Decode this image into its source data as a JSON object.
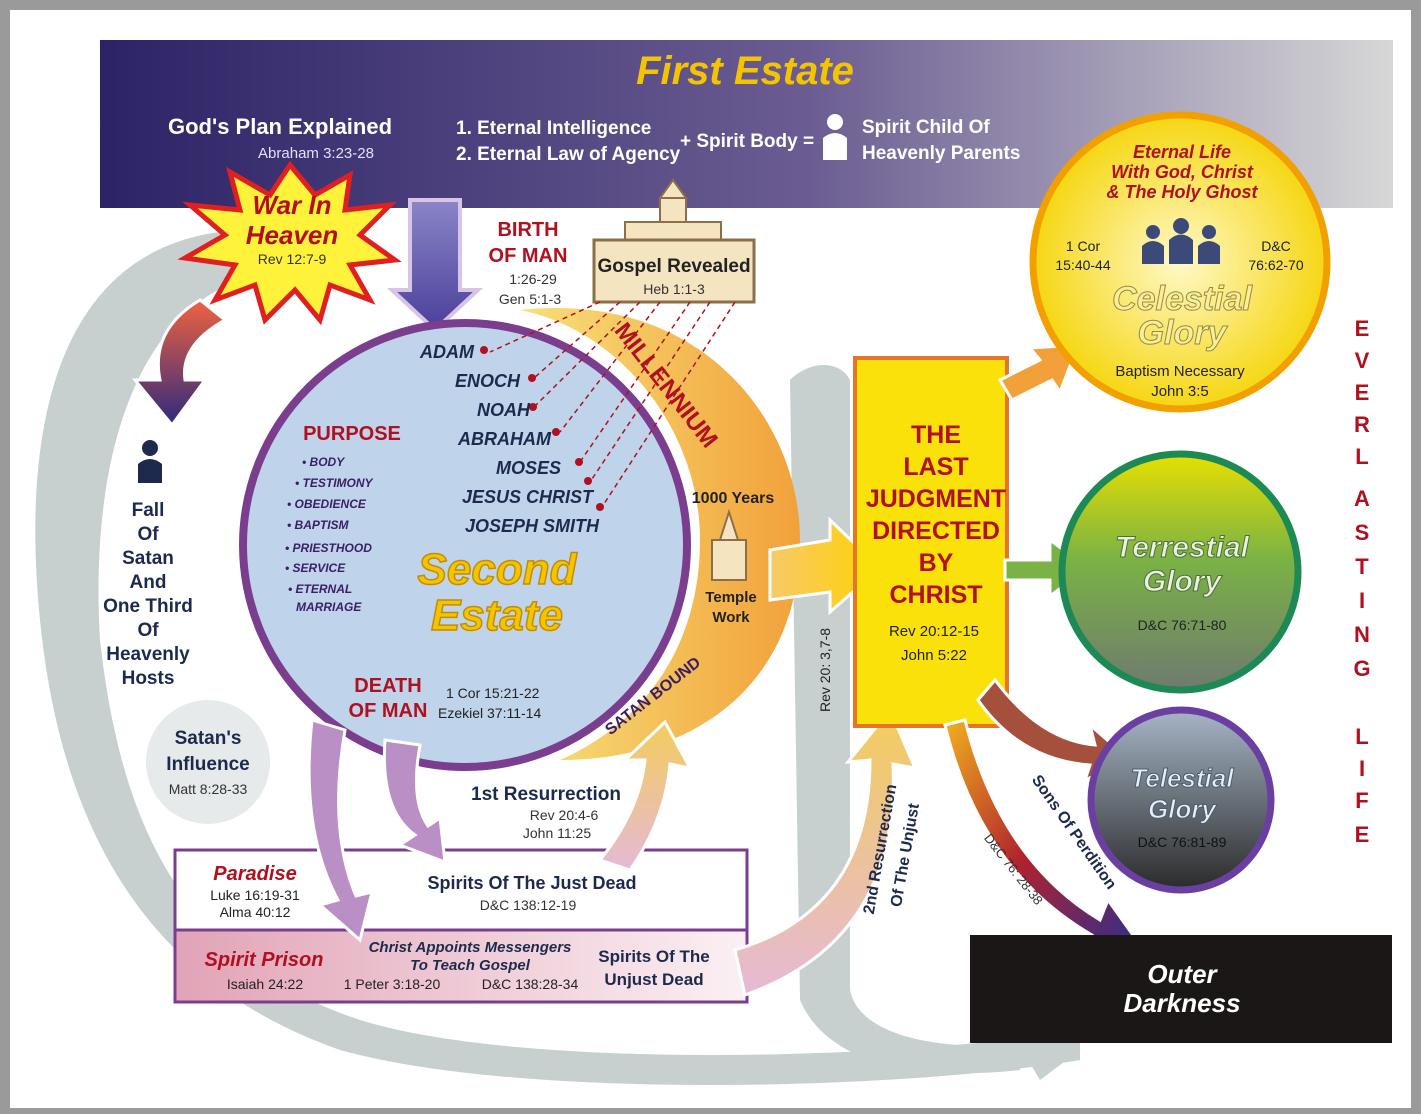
{
  "header": {
    "title": "First Estate",
    "plan_title": "God's Plan Explained",
    "plan_ref": "Abraham 3:23-28",
    "intel_1": "1. Eternal Intelligence",
    "intel_2": "2. Eternal Law of Agency",
    "spirit_body": "+ Spirit Body =",
    "child_1": "Spirit Child Of",
    "child_2": "Heavenly Parents"
  },
  "war": {
    "line1": "War In",
    "line2": "Heaven",
    "ref": "Rev 12:7-9"
  },
  "fall": [
    "Fall",
    "Of",
    "Satan",
    "And",
    "One Third",
    "Of",
    "Heavenly",
    "Hosts"
  ],
  "satan_influence": {
    "line1": "Satan's",
    "line2": "Influence",
    "ref": "Matt 8:28-33"
  },
  "birth": {
    "line1": "BIRTH",
    "line2": "OF MAN",
    "ref1": "1:26-29",
    "ref2": "Gen 5:1-3"
  },
  "gospel": {
    "title": "Gospel Revealed",
    "ref": "Heb 1:1-3"
  },
  "prophets": [
    "ADAM",
    "ENOCH",
    "NOAH",
    "ABRAHAM",
    "MOSES",
    "JESUS CHRIST",
    "JOSEPH SMITH"
  ],
  "purpose": {
    "title": "PURPOSE",
    "items": [
      "• BODY",
      "• TESTIMONY",
      "• OBEDIENCE",
      "• BAPTISM",
      "• PRIESTHOOD",
      "• SERVICE",
      "• ETERNAL",
      "MARRIAGE"
    ]
  },
  "second_estate": {
    "line1": "Second",
    "line2": "Estate"
  },
  "death": {
    "line1": "DEATH",
    "line2": "OF MAN",
    "ref1": "1 Cor 15:21-22",
    "ref2": "Ezekiel 37:11-14"
  },
  "millennium": {
    "label": "MILLENNIUM",
    "years": "1000 Years",
    "temple_1": "Temple",
    "temple_2": "Work",
    "satan_bound": "SATAN BOUND"
  },
  "first_resurrection": {
    "title": "1st Resurrection",
    "ref1": "Rev 20:4-6",
    "ref2": "John 11:25"
  },
  "rev_vertical": "Rev 20: 3,7-8",
  "paradise": {
    "title": "Paradise",
    "ref1": "Luke 16:19-31",
    "ref2": "Alma 40:12"
  },
  "just_dead": {
    "title": "Spirits Of The Just Dead",
    "ref": "D&C 138:12-19"
  },
  "prison": {
    "title": "Spirit Prison",
    "ref1": "Isaiah 24:22",
    "ref2": "1 Peter 3:18-20",
    "ref3": "D&C 138:28-34",
    "msg1": "Christ Appoints Messengers",
    "msg2": "To Teach Gospel",
    "unjust1": "Spirits Of The",
    "unjust2": "Unjust Dead"
  },
  "second_resurrection": {
    "line1": "2nd Resurrection",
    "line2": "Of The Unjust"
  },
  "judgment": {
    "lines": [
      "THE",
      "LAST",
      "JUDGMENT",
      "DIRECTED",
      "BY",
      "CHRIST"
    ],
    "ref1": "Rev 20:12-15",
    "ref2": "John 5:22"
  },
  "celestial": {
    "top1": "Eternal Life",
    "top2": "With God, Christ",
    "top3": "& The Holy Ghost",
    "refL1": "1 Cor",
    "refL2": "15:40-44",
    "refR1": "D&C",
    "refR2": "76:62-70",
    "line1": "Celestial",
    "line2": "Glory",
    "bap": "Baptism Necessary",
    "bapref": "John 3:5"
  },
  "terrestial": {
    "line1": "Terrestial",
    "line2": "Glory",
    "ref": "D&C 76:71-80"
  },
  "telestial": {
    "line1": "Telestial",
    "line2": "Glory",
    "ref": "D&C 76:81-89"
  },
  "perdition": {
    "label": "Sons Of Perdition",
    "ref": "D&C 76: 28-38"
  },
  "outer": {
    "line1": "Outer",
    "line2": "Darkness"
  },
  "everlasting": [
    "E",
    "V",
    "E",
    "R",
    "L",
    "A",
    "S",
    "T",
    "I",
    "N",
    "G",
    "L",
    "I",
    "F",
    "E"
  ],
  "colors": {
    "header_dark": "#3b2f6e",
    "gold": "#f5c400",
    "red_text": "#b01020",
    "blue_circle": "#bcd2ea",
    "gray_band": "#c9d2d2"
  }
}
